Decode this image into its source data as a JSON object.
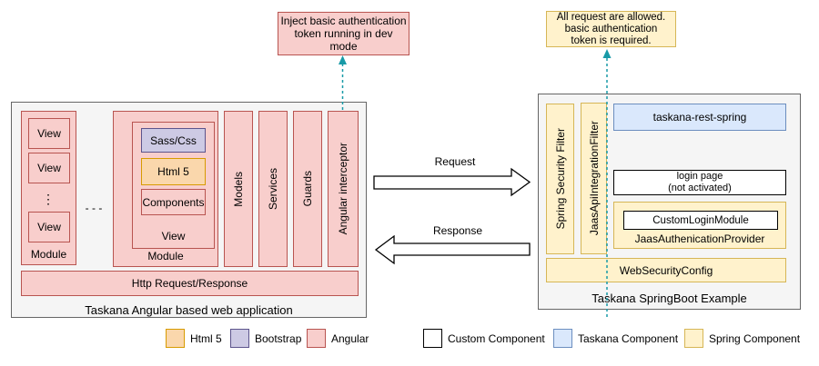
{
  "notes": {
    "dev_mode": "Inject basic authentication\ntoken running in dev\nmode",
    "all_requests": "All request are allowed.\nbasic authentication\ntoken is required."
  },
  "angular_app": {
    "title": "Taskana Angular based web application",
    "module_label": "Module",
    "view_label": "View",
    "views_ellipsis": "⋮",
    "modules_ellipsis": "- - -",
    "view_children": {
      "sass": "Sass/Css",
      "html5": "Html 5",
      "components": "Components"
    },
    "bars": [
      "Models",
      "Services",
      "Guards",
      "Angular interceptor"
    ],
    "http_bar": "Http Request/Response"
  },
  "flow": {
    "request": "Request",
    "response": "Response"
  },
  "springboot": {
    "title": "Taskana SpringBoot Example",
    "filters": [
      "Spring Security Filter",
      "JaasApiIntegrationFilter"
    ],
    "taskana_rest": "taskana-rest-spring",
    "login_page": "login page\n(not activated)",
    "jaas_provider_label": "JaasAuthenicationProvider",
    "custom_login_module": "CustomLoginModule",
    "web_security_config": "WebSecurityConfig"
  },
  "legend": {
    "items": [
      {
        "label": "Html 5",
        "color": "#fad7ac",
        "border": "#d79b00"
      },
      {
        "label": "Bootstrap",
        "color": "#cdcae4",
        "border": "#5c548c"
      },
      {
        "label": "Angular",
        "color": "#f8cecc",
        "border": "#b85450"
      },
      {
        "label": "Custom Component",
        "color": "#ffffff",
        "border": "#000000"
      },
      {
        "label": "Taskana Component",
        "color": "#dae8fc",
        "border": "#6c8ebf"
      },
      {
        "label": "Spring Component",
        "color": "#fff2cc",
        "border": "#d6b656"
      }
    ]
  },
  "colors": {
    "teal_connector": "#189aa7",
    "container_bg": "#f5f5f5",
    "container_border": "#666666"
  }
}
